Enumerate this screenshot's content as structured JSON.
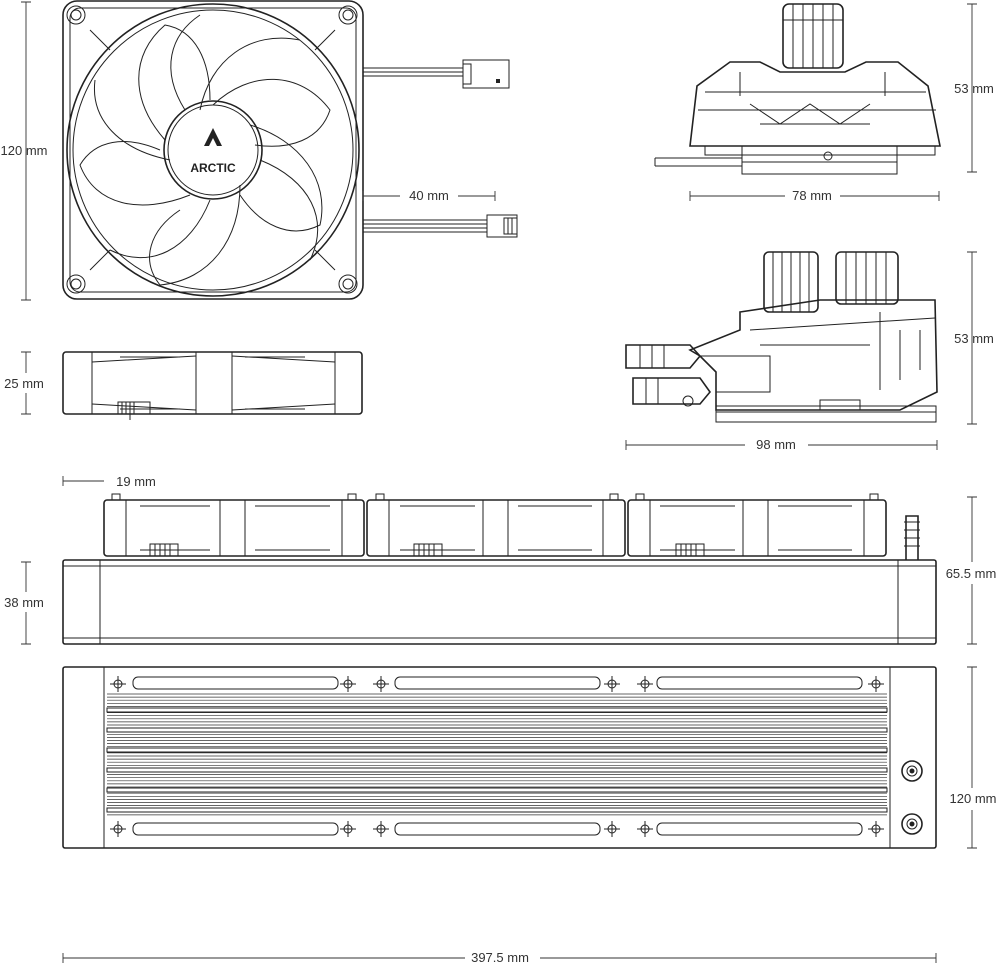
{
  "brand": {
    "logo_text": "ARCTIC"
  },
  "dimensions": {
    "fan_height": "120 mm",
    "fan_cable_offset": "40 mm",
    "fan_thickness": "25 mm",
    "pump_height_front": "53 mm",
    "pump_width_front": "78 mm",
    "pump_height_side": "53 mm",
    "pump_width_side": "98 mm",
    "fan_edge_offset": "19 mm",
    "radiator_thickness": "38 mm",
    "total_thickness": "65.5 mm",
    "radiator_height": "120 mm",
    "radiator_length": "397.5 mm"
  },
  "colors": {
    "line": "#222222",
    "background": "#ffffff"
  }
}
